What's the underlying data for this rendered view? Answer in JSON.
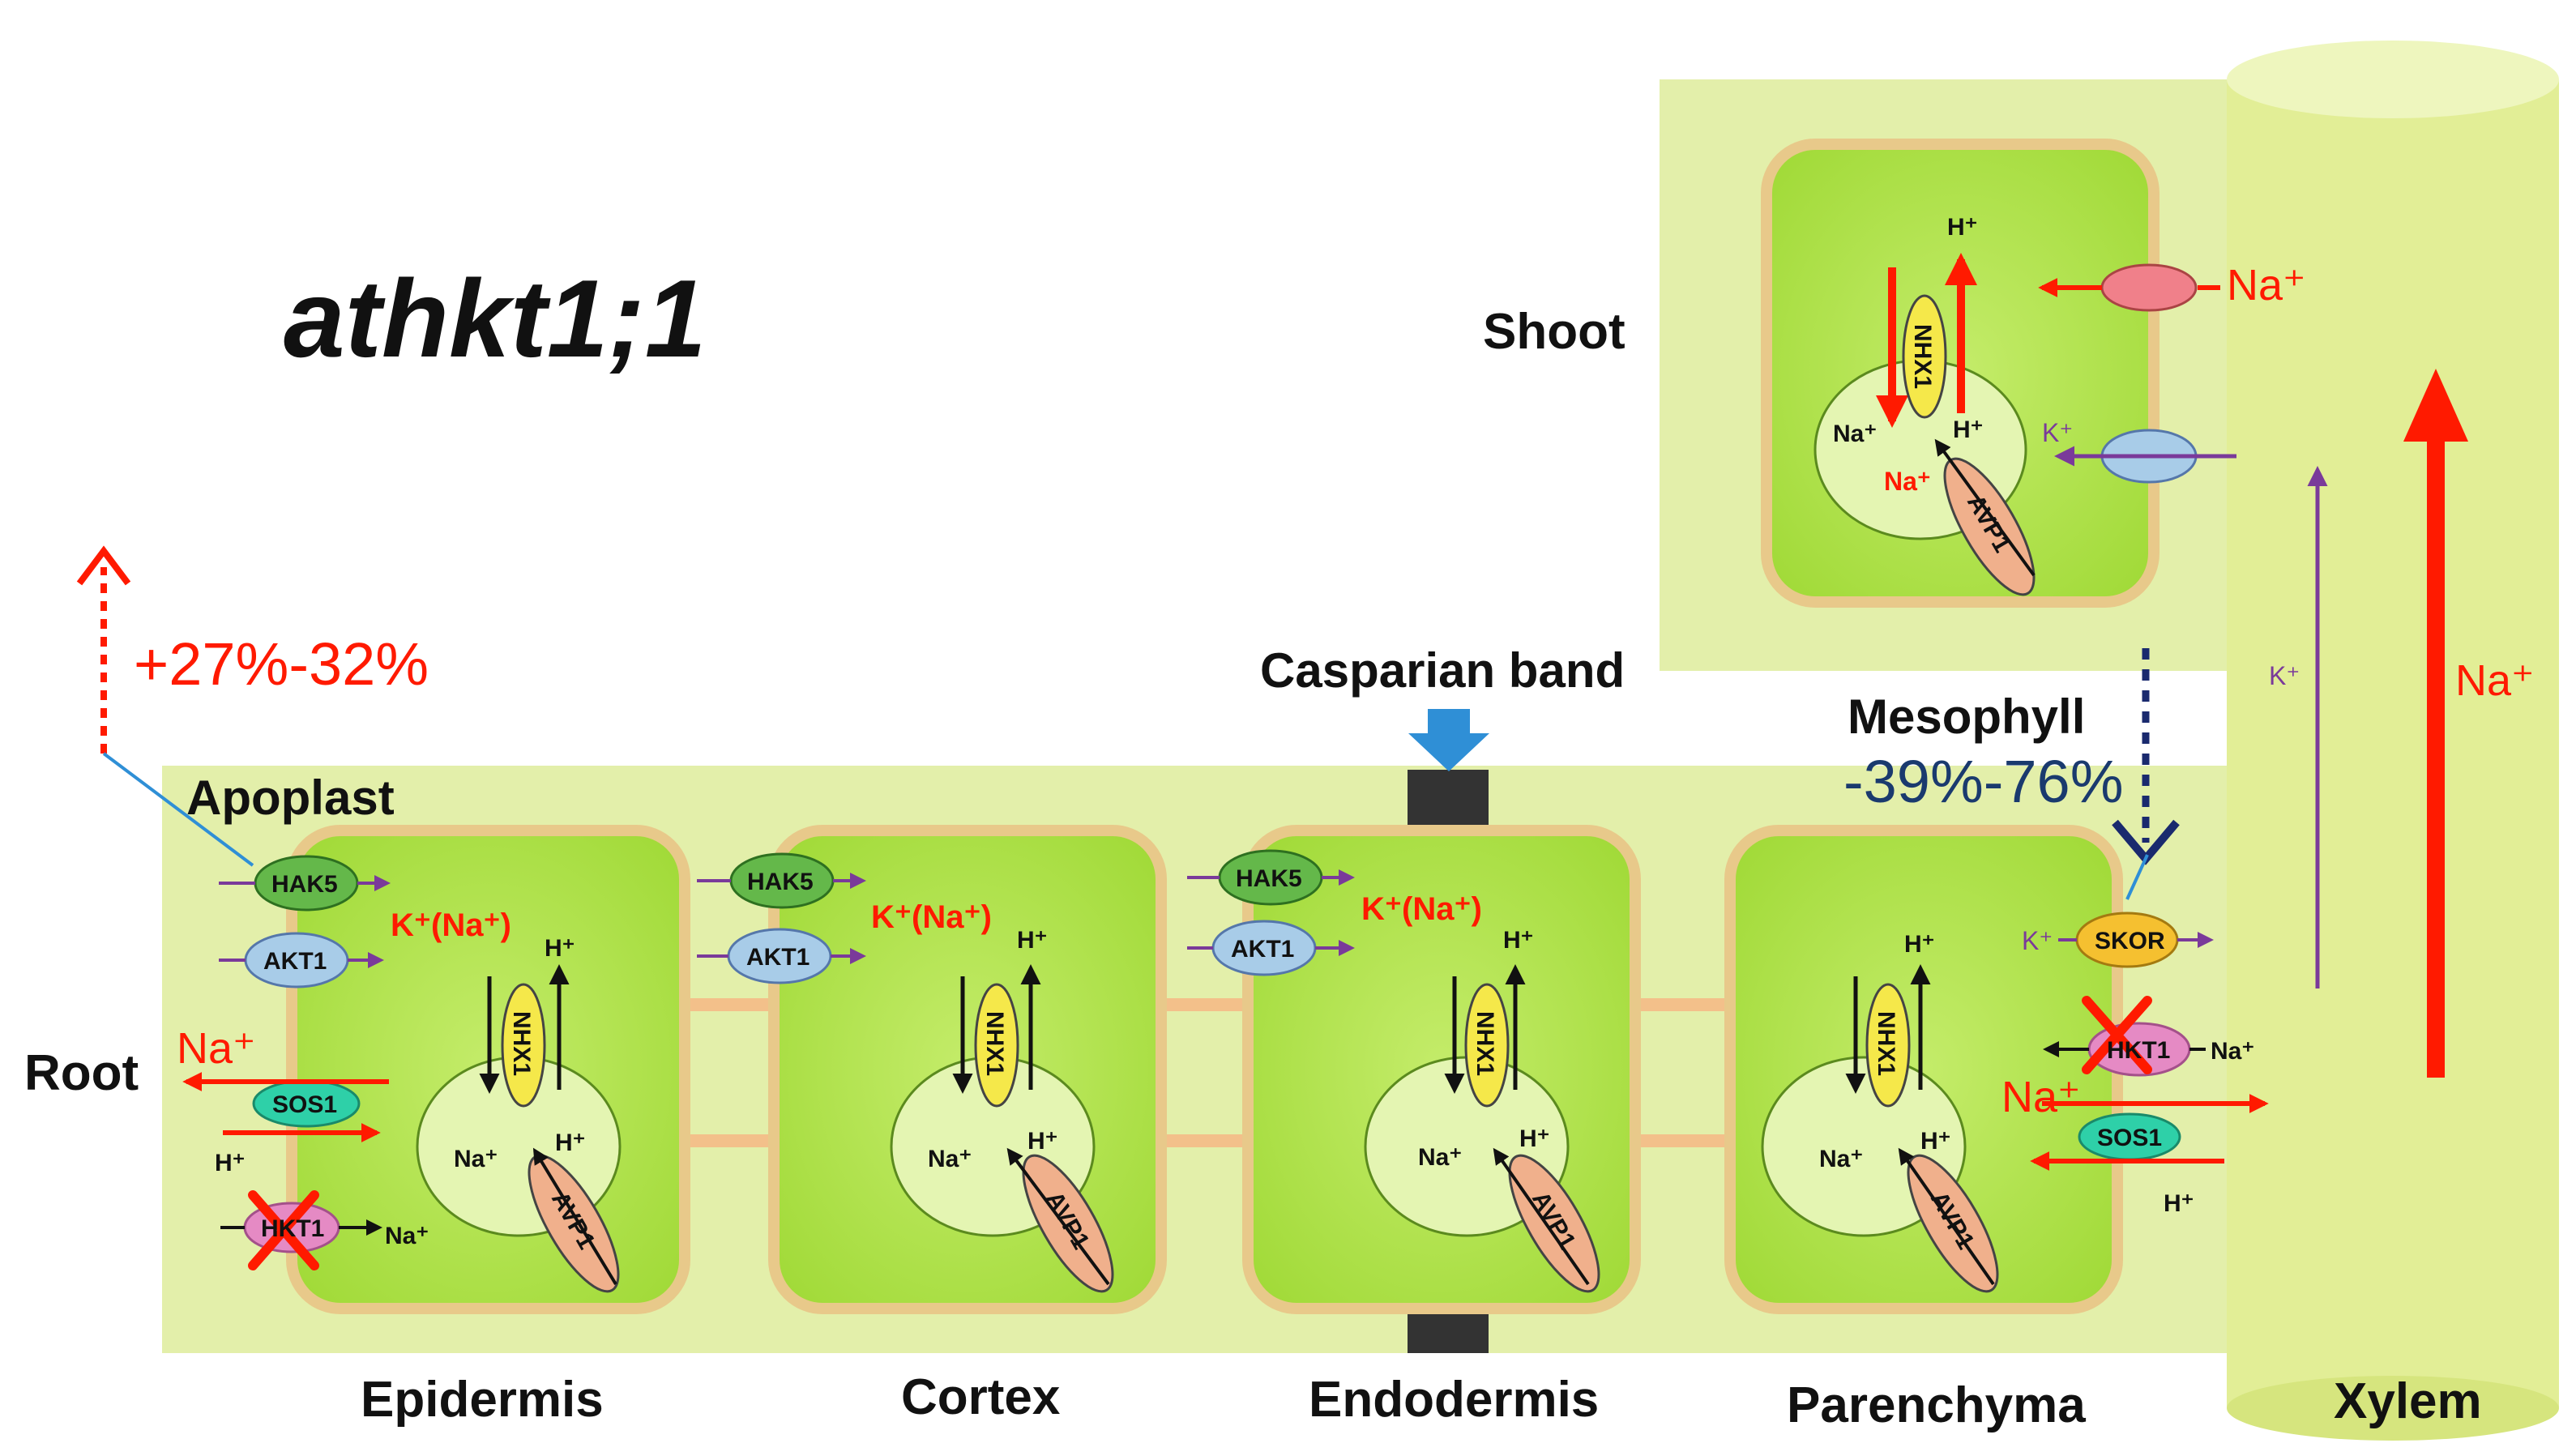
{
  "title": "athkt1;1",
  "regions": {
    "shoot": "Shoot",
    "root": "Root",
    "apoplast": "Apoplast",
    "casparian": "Casparian band",
    "mesophyll": "Mesophyll",
    "xylem": "Xylem"
  },
  "cells": [
    "Epidermis",
    "Cortex",
    "Endodermis",
    "Parenchyma"
  ],
  "annotations": {
    "increase": "+27%-32%",
    "decrease": "-39%-76%"
  },
  "transporters": {
    "hak5": "HAK5",
    "akt1": "AKT1",
    "sos1": "SOS1",
    "hkt1": "HKT1",
    "skor": "SKOR",
    "nhx1": "NHX1",
    "avp1": "AVP1"
  },
  "ions": {
    "na": "Na",
    "k": "K",
    "h": "H",
    "plus": "+",
    "k_na": "K⁺(Na⁺)",
    "na_plus": "Na⁺",
    "k_plus": "K⁺",
    "h_plus": "H⁺"
  },
  "colors": {
    "tissue_bg": "#e3efaa",
    "cell_fill": "#a6e03a",
    "cell_border": "#e8c98a",
    "vacuole": "#e4f5b2",
    "red_arrow": "#ff1a00",
    "blue_text": "#1a3a6e",
    "xylem": "#e3ef9a"
  },
  "icons": [
    "red-cross-icon",
    "blue-down-arrow-icon"
  ]
}
